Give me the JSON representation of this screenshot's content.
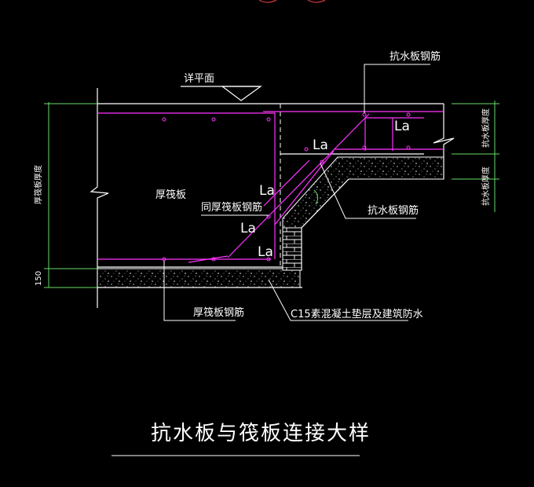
{
  "drawing": {
    "title": "抗水板与筏板连接大样",
    "labels": {
      "design_level": "详平面",
      "thick_raft": "厚筏板",
      "same_raft_rebar": "同厚筏板钢筋",
      "thick_raft_rebar": "厚筏板钢筋",
      "anti_water_rebar_top": "抗水板钢筋",
      "anti_water_rebar_mid": "抗水板钢筋",
      "c15_cushion": "C15素混凝土垫层及建筑防水",
      "raft_thickness_dim": "厚筏板厚度",
      "cushion_dim": "150",
      "anti_water_thickness_dim": "抗水板厚度",
      "anti_water_thickness_dim_2": "抗水板厚度",
      "la_1": "La",
      "la_2": "La",
      "la_3": "La",
      "la_4": "La",
      "la_5": "La"
    },
    "colors": {
      "background": "#000000",
      "lines": "#ffffff",
      "rebar": "#ff33ff",
      "dimension": "#66dd66",
      "brick": "#ffffff"
    }
  }
}
